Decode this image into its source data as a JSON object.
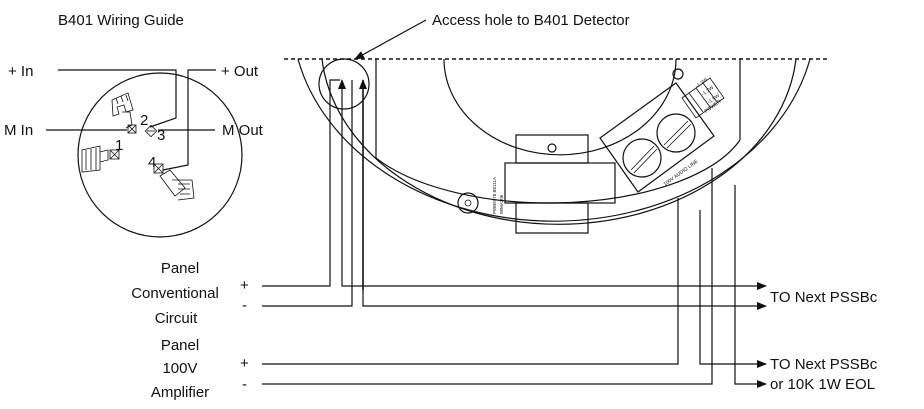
{
  "labels": {
    "guide_title": "B401 Wiring Guide",
    "access_hole": "Access hole to B401 Detector",
    "plus_in": "+ In",
    "plus_out": "+ Out",
    "m_in": "M In",
    "m_out": "M Out",
    "term_1": "1",
    "term_2": "2",
    "term_3": "3",
    "term_4": "4",
    "panel_circuit_1": "Panel",
    "panel_circuit_2": "Conventional",
    "panel_circuit_3": "Circuit",
    "panel_amp_1": "Panel",
    "panel_amp_2": "100V",
    "panel_amp_3": "Amplifier",
    "plus_a": "+",
    "minus_a": "-",
    "plus_b": "+",
    "minus_b": "-",
    "to_next_1": "TO Next PSSBc",
    "to_next_2": "TO Next PSSBc",
    "eol": "or 10K 1W EOL",
    "transformer_text_1": "PWB5978 B8111A",
    "transformer_text_2": "08MA306",
    "audio_line": "100V AUDIO LINE",
    "led_1": "-1.3W",
    "led_2": "-1.7W",
    "led_3": "-1.5W",
    "power": "POWER"
  }
}
